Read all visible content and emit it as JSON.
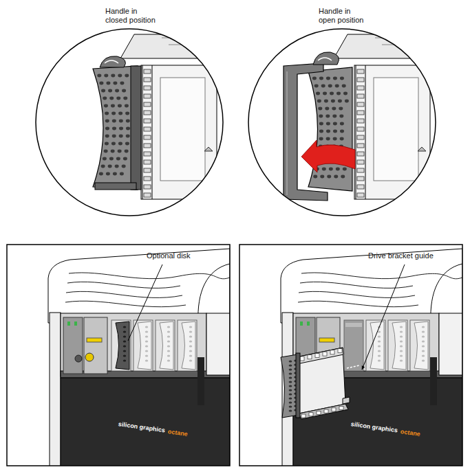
{
  "diagram": {
    "labels": [
      "Handle in closed position",
      "Handle in open position",
      "Optional disk",
      "Drive bracket guide",
      "silicon graphics",
      "octane",
      "silicon graphics",
      "octane"
    ]
  }
}
